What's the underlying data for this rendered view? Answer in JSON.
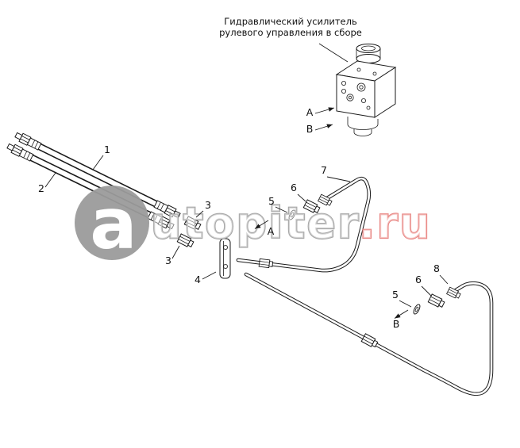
{
  "title": {
    "line1": "Гидравлический усилитель",
    "line2": "рулевого управления в сборе"
  },
  "callouts": {
    "hose_upper": "1",
    "hose_lower": "2",
    "nut_upper": "3",
    "nut_lower": "3",
    "bracket": "4",
    "washer_a": "5",
    "nut_a": "6",
    "pipe_pressure": "7",
    "washer_b": "5",
    "nut_b": "6",
    "pipe_return": "8"
  },
  "ports": {
    "a": "A",
    "b": "B"
  },
  "directions": {
    "a": "A",
    "b": "B"
  },
  "watermark": {
    "logo_letter": "a",
    "name": "utopiter",
    "tld": ".ru"
  },
  "colors": {
    "line": "#1a1a1a",
    "watermark_gray": "#9b9b9b",
    "watermark_red": "#e8827f"
  }
}
